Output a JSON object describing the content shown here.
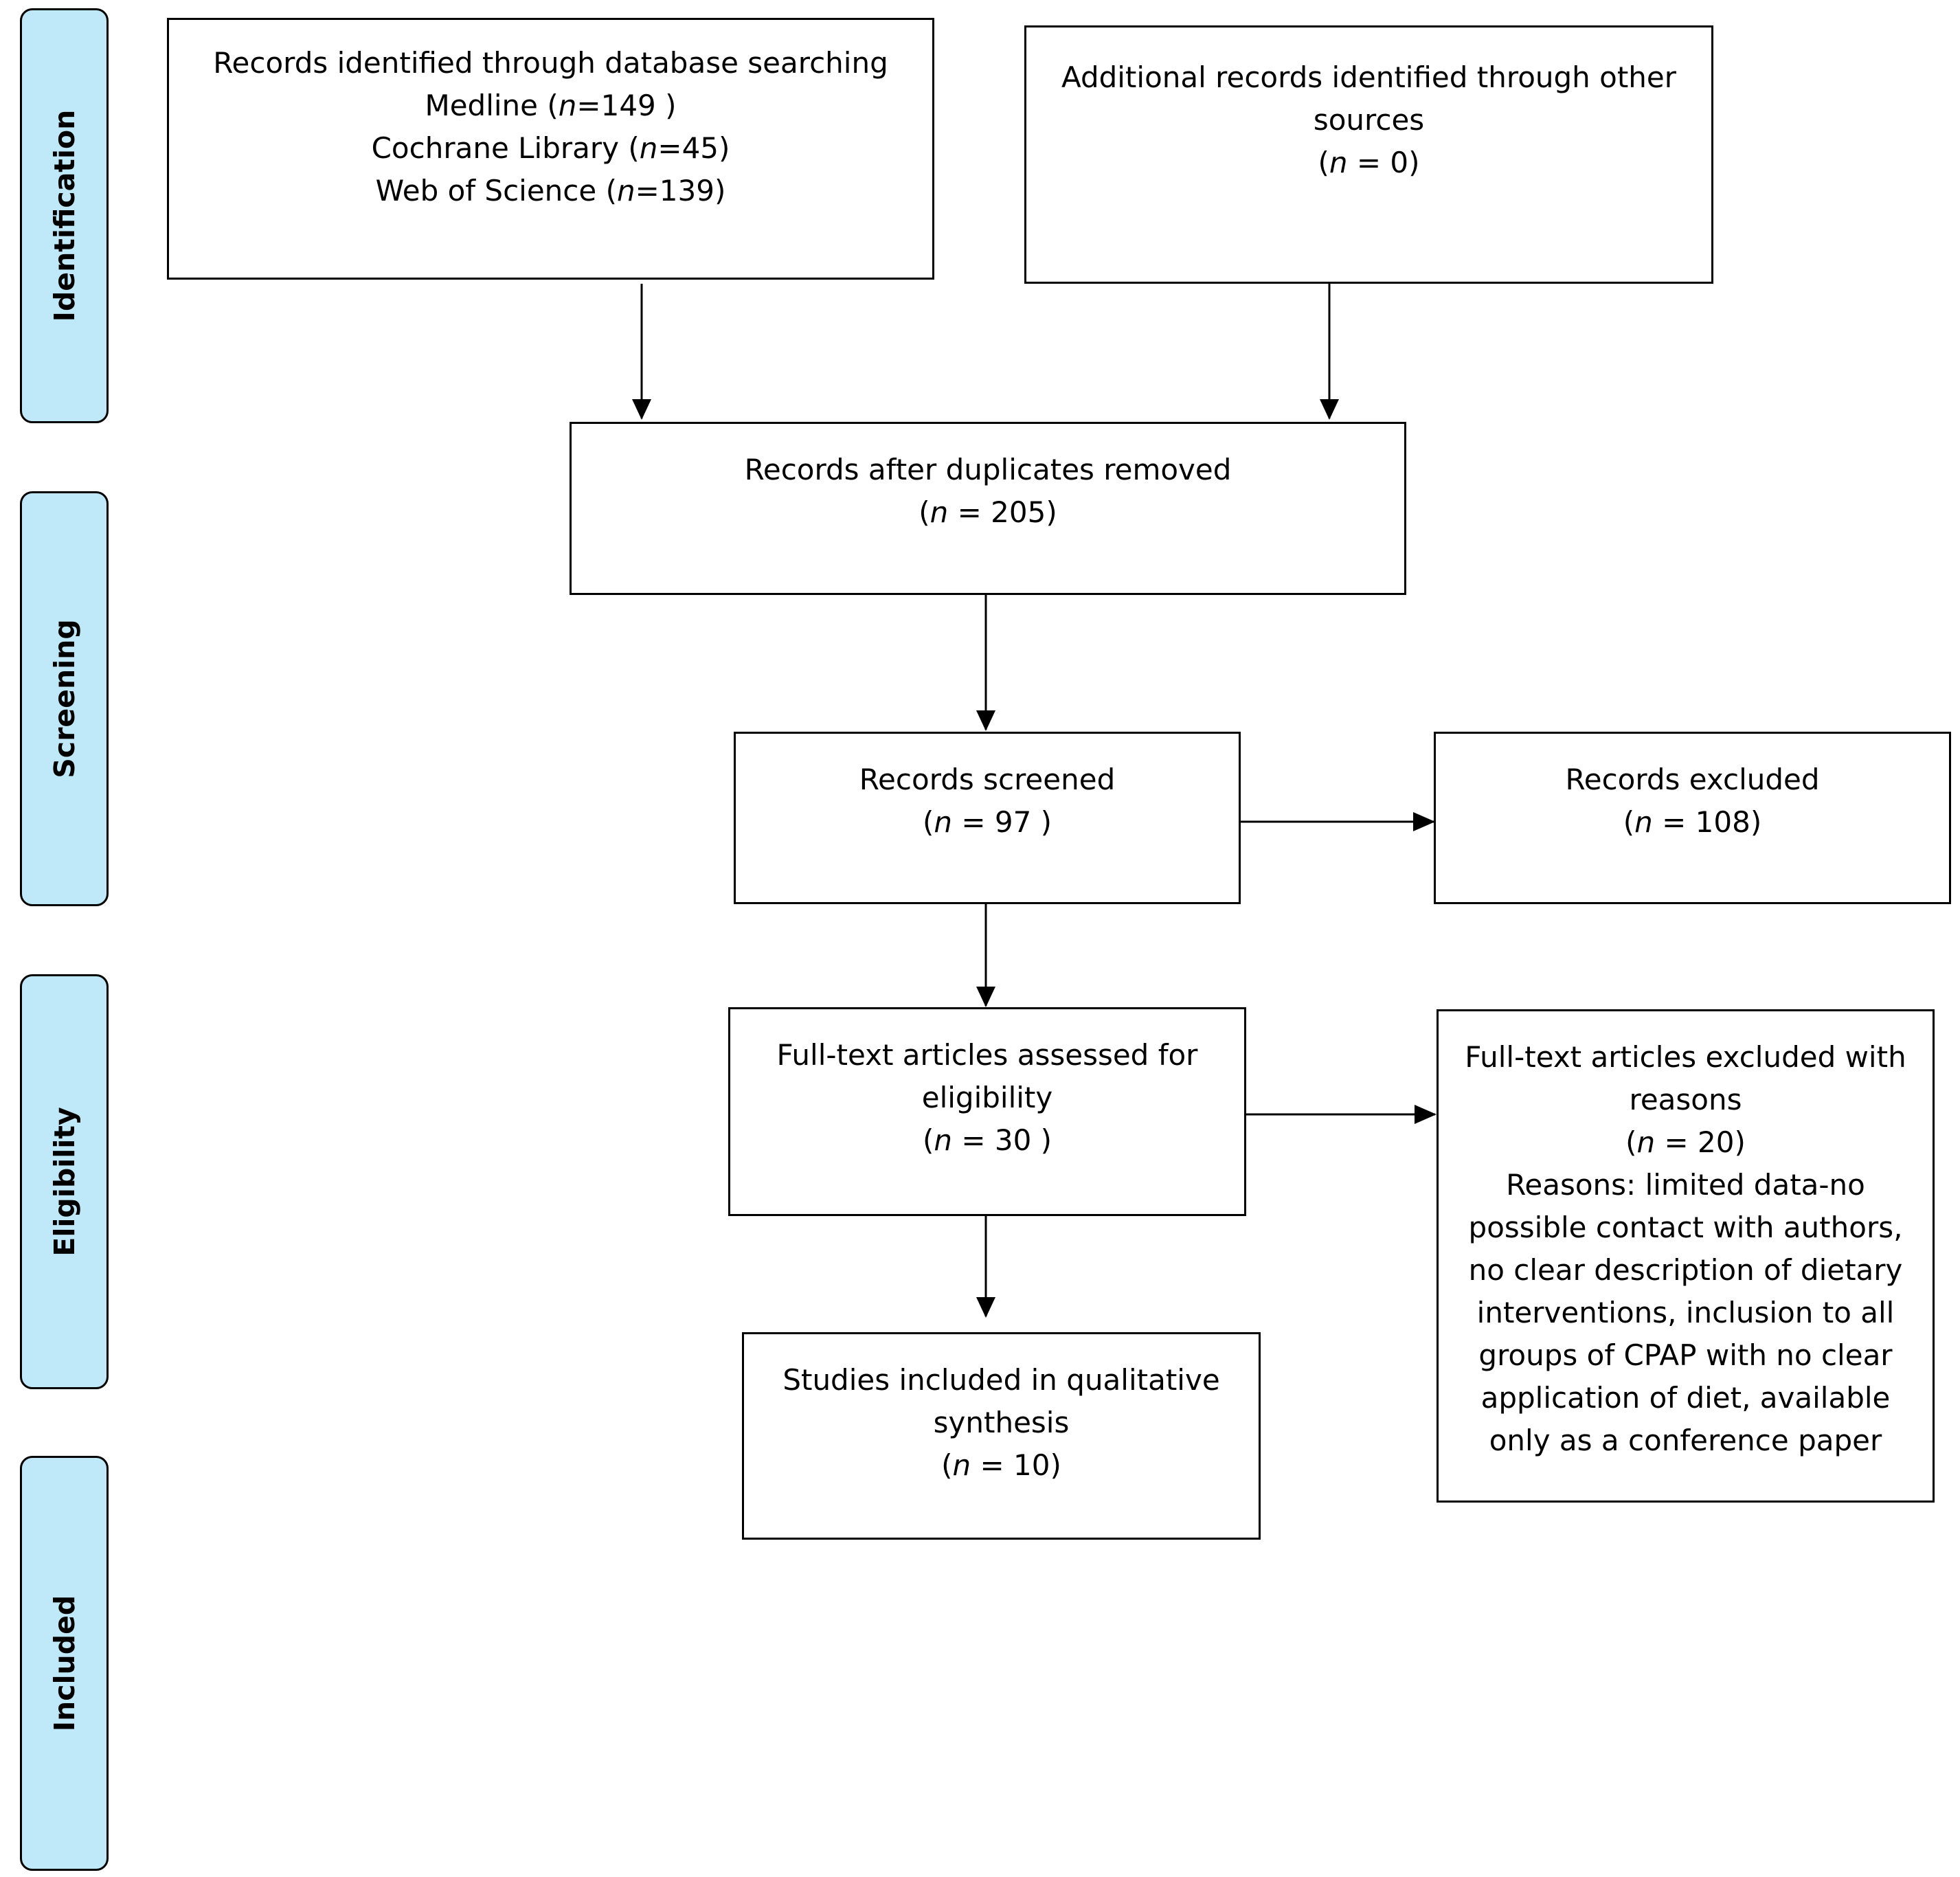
{
  "stages": [
    {
      "id": "identification",
      "label": "Identification"
    },
    {
      "id": "screening",
      "label": "Screening"
    },
    {
      "id": "eligibility",
      "label": "Eligibility"
    },
    {
      "id": "included",
      "label": "Included"
    }
  ],
  "boxes": {
    "database": {
      "title": "Records identified through database searching",
      "sources": [
        {
          "name": "Medline",
          "open": " (",
          "n": "n",
          "value": "=149 )"
        },
        {
          "name": "Cochrane Library",
          "open": " (",
          "n": "n",
          "value": "=45)"
        },
        {
          "name": "Web of Science",
          "open": " (",
          "n": "n",
          "value": "=139)"
        }
      ]
    },
    "other_sources": {
      "title_line1": "Additional records identified through other",
      "title_line2": "sources",
      "n_open": "(",
      "n": "n",
      "value": " =  0)"
    },
    "duplicates": {
      "title": "Records after duplicates removed",
      "n_open": "(",
      "n": "n",
      "value": " =  205)"
    },
    "screened": {
      "title": "Records screened",
      "n_open": "(",
      "n": "n",
      "value": " = 97 )"
    },
    "excluded": {
      "title": "Records excluded",
      "n_open": "(",
      "n": "n",
      "value": " =  108)"
    },
    "fulltext": {
      "title_line1": "Full-text articles assessed for",
      "title_line2": "eligibility",
      "n_open": "(",
      "n": "n",
      "value": " = 30 )"
    },
    "fulltext_excluded": {
      "title_line1": "Full-text articles excluded with",
      "title_line2": "reasons",
      "n_open": "(",
      "n": "n",
      "value": " =   20)",
      "reasons": [
        "Reasons: limited data-no",
        "possible contact with authors,",
        "no clear description of dietary",
        "interventions, inclusion to all",
        "groups of CPAP with no clear",
        "application of diet, available",
        "only as a conference paper"
      ]
    },
    "included": {
      "title_line1": "Studies included in qualitative",
      "title_line2": "synthesis",
      "n_open": "(",
      "n": "n",
      "value": " =  10)"
    }
  },
  "colors": {
    "stage_fill": "#bfe9f8",
    "stroke": "#000000",
    "box_fill": "#ffffff"
  }
}
